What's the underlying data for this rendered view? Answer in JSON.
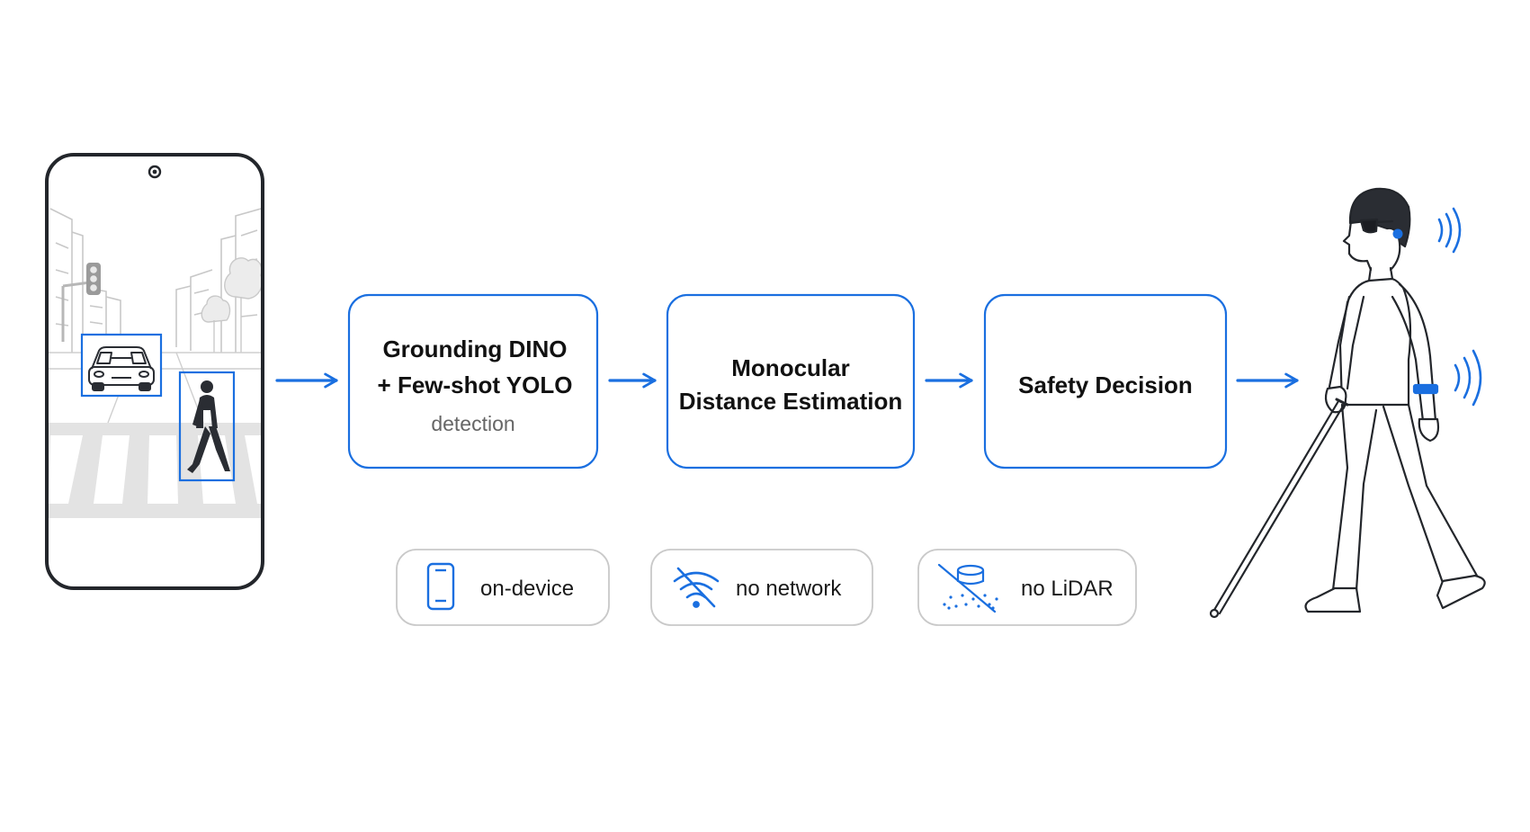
{
  "colors": {
    "accent": "#1a6fe0",
    "ink": "#1f2228",
    "pill_border": "#c9c9c9",
    "scene_grey": "#c6c6c6"
  },
  "steps": [
    {
      "line1": "Grounding DINO",
      "line2": "+ Few-shot YOLO",
      "sub": "detection"
    },
    {
      "line1": "Monocular",
      "line2": "Distance Estimation"
    },
    {
      "line1": "Safety Decision"
    }
  ],
  "constraints": [
    {
      "label": "on-device",
      "icon": "smartphone-icon"
    },
    {
      "label": "no network",
      "icon": "wifi-off-icon"
    },
    {
      "label": "no LiDAR",
      "icon": "lidar-off-icon"
    }
  ],
  "scene": {
    "device": "smartphone",
    "detections": [
      "car",
      "pedestrian"
    ]
  },
  "user": {
    "figure": "pedestrian-with-white-cane",
    "feedback": [
      "earpiece-audio",
      "wristband-haptic"
    ]
  }
}
